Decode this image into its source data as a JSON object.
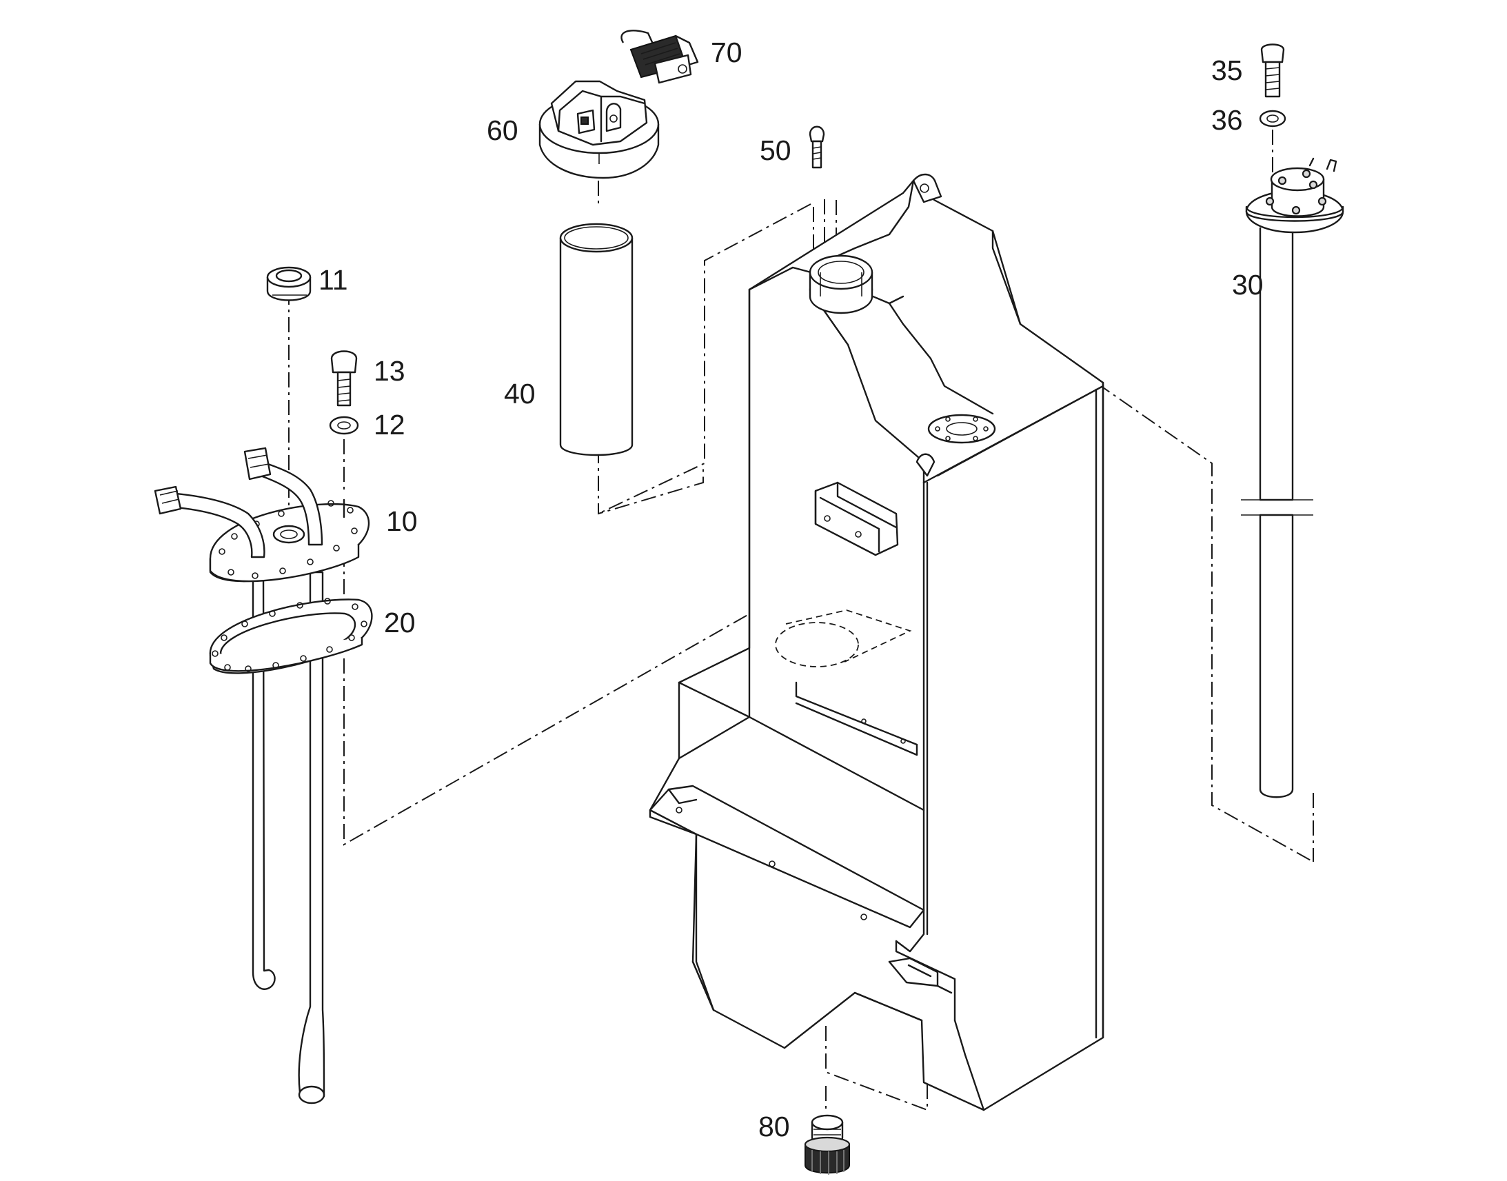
{
  "callouts": [
    {
      "id": "p70",
      "text": "70"
    },
    {
      "id": "p60",
      "text": "60"
    },
    {
      "id": "p50",
      "text": "50"
    },
    {
      "id": "p35",
      "text": "35"
    },
    {
      "id": "p36",
      "text": "36"
    },
    {
      "id": "p30",
      "text": "30"
    },
    {
      "id": "p11",
      "text": "11"
    },
    {
      "id": "p13",
      "text": "13"
    },
    {
      "id": "p12",
      "text": "12"
    },
    {
      "id": "p40",
      "text": "40"
    },
    {
      "id": "p10",
      "text": "10"
    },
    {
      "id": "p20",
      "text": "20"
    },
    {
      "id": "p80",
      "text": "80"
    }
  ]
}
